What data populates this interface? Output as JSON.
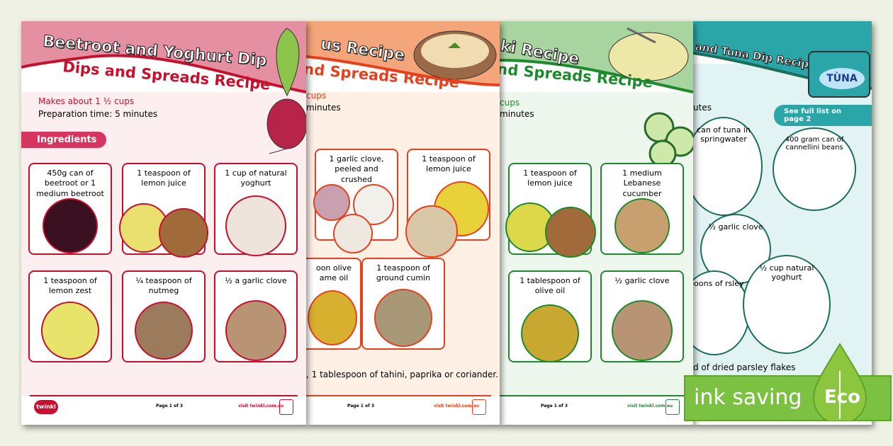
{
  "pages": [
    {
      "title_top": "Beetroot and Yoghurt Dip",
      "title_sub": "Dips and Spreads Recipe",
      "makes": "Makes about 1 ½ cups",
      "prep": "Preparation time: 5 minutes",
      "ingredients_label": "Ingredients",
      "cards": [
        "450g can of beetroot or 1 medium beetroot",
        "1 teaspoon of lemon juice",
        "1 cup of natural yoghurt",
        "1 teaspoon of lemon zest",
        "¼ teaspoon of nutmeg",
        "½ a garlic clove"
      ],
      "page_num": "Page 1 of 3",
      "url": "visit twinkl.com.au",
      "accent": "#c8102e"
    },
    {
      "title_top": "us Recipe",
      "title_sub": "nd Spreads Recipe",
      "makes": "cups",
      "prep": "minutes",
      "cards": [
        "1 garlic clove, peeled and crushed",
        "1 teaspoon of lemon juice",
        "oon olive ame oil",
        "1 teaspoon of ground cumin"
      ],
      "note": ", 1 tablespoon of tahini, paprika or coriander.",
      "page_num": "Page 1 of 3",
      "url": "visit twinkl.com.au",
      "accent": "#e8401c"
    },
    {
      "title_top": "ki Recipe",
      "title_sub": "nd Spreads Recipe",
      "makes": "cups",
      "prep": "minutes",
      "cards": [
        "1 teaspoon of lemon juice",
        "1 medium Lebanese cucumber",
        "1 tablespoon of olive oil",
        "½ garlic clove"
      ],
      "page_num": "Page 1 of 3",
      "url": "visit twinkl.com.au",
      "accent": "#1e8a2e"
    },
    {
      "title_top": "and Tuna Dip Recipe",
      "can_label": "TÙNA",
      "prep": "utes",
      "pill": "See full list on page 2",
      "rounds": [
        "can of tuna in springwater",
        "400 gram can of cannellini beans",
        "½ garlic clove",
        "spoons of rsley",
        "½ cup natural yoghurt"
      ],
      "note": "d of dried parsley flakes",
      "accent": "#2aa6a8"
    }
  ],
  "logo": "twinkl",
  "eco": {
    "text": "ink saving",
    "badge": "Eco"
  }
}
